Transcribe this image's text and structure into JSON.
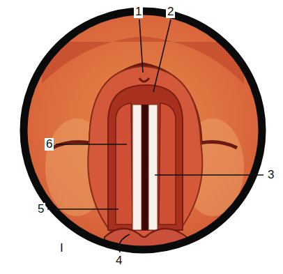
{
  "diagram": {
    "labels": [
      "1",
      "2",
      "3",
      "4",
      "5",
      "6",
      "I"
    ]
  }
}
